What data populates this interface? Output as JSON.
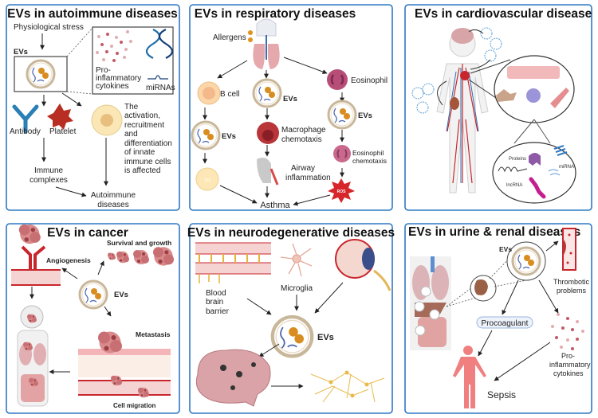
{
  "colors": {
    "panel_border": "#2f78c4",
    "ev_cargo": "#d98c1f",
    "vessel_red": "#c8262c",
    "cell_pink": "#d98a8a"
  },
  "autoimmune": {
    "title": "EVs in autoimmune diseases",
    "stress": "Physiological stress",
    "evs": "EVs",
    "cytokines": [
      "Pro-",
      "inflammatory",
      "cytokines"
    ],
    "mirnas": "miRNAs",
    "antibody": "Antibody",
    "platelet": "Platelet",
    "innate_text": [
      "The",
      "activation,",
      "recruitment",
      "and",
      "differentiation",
      "of innate",
      "immune cells",
      "is affected"
    ],
    "complexes": [
      "Immune",
      "complexes"
    ],
    "diseases": [
      "Autoimmune",
      "diseases"
    ]
  },
  "respiratory": {
    "title": "EVs in respiratory diseases",
    "allergens": "Allergens",
    "bcell": "B cell",
    "evs": "EVs",
    "th2": "Th2",
    "macrophage": [
      "Macrophage",
      "chemotaxis"
    ],
    "airway": [
      "Airway",
      "inflammation"
    ],
    "eosinophil": "Eosinophil",
    "eos_chemo": [
      "Eosinophil",
      "chemotaxis"
    ],
    "ros": "ROS",
    "asthma": "Asthma"
  },
  "cardio": {
    "title": "EVs in cardiovascular disease",
    "proteins": "Proteins",
    "mirna": "miRNA",
    "lncrna": "lncRNA"
  },
  "cancer": {
    "title": "EVs in cancer",
    "survival": "Survival and growth",
    "angiogenesis": "Angiogenesis",
    "evs": "EVs",
    "metastasis": "Metastasis",
    "migration": "Cell migration"
  },
  "neuro": {
    "title": "EVs in neurodegenerative diseases",
    "bbb": [
      "Blood",
      "brain",
      "barrier"
    ],
    "microglia": "Microglia",
    "evs": "EVs"
  },
  "renal": {
    "title": "EVs in urine & renal diseases",
    "evs": "EVs",
    "thrombotic": [
      "Thrombotic",
      "problems"
    ],
    "procoagulant": "Procoagulant",
    "cytokines": [
      "Pro-",
      "inflammatory",
      "cytokines"
    ],
    "sepsis": "Sepsis"
  }
}
